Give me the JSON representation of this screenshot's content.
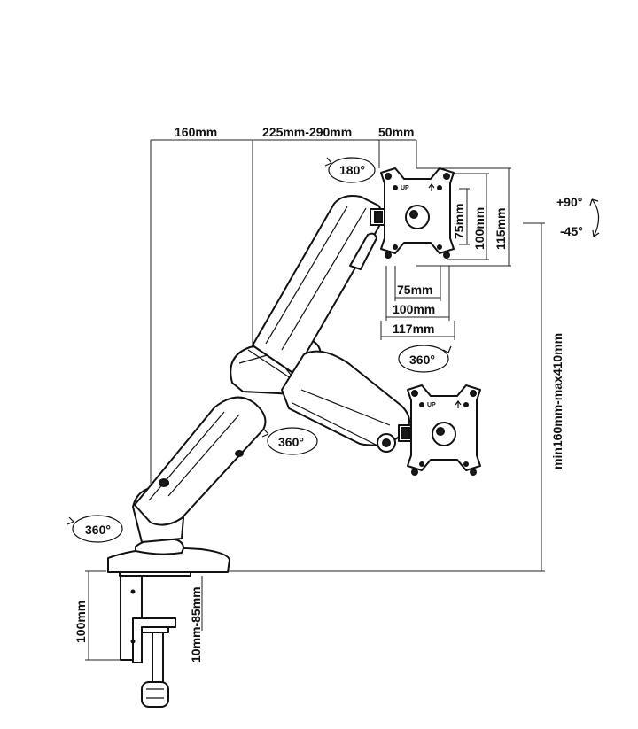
{
  "dimensions": {
    "base_reach": "160mm",
    "arm_reach": "225mm-290mm",
    "plate_offset": "50mm",
    "vesa_75_h": "75mm",
    "vesa_100_h": "100mm",
    "plate_height": "115mm",
    "vesa_75_w": "75mm",
    "vesa_100_w": "100mm",
    "plate_width": "117mm",
    "height_range": "min160mm-max410mm",
    "clamp_height": "100mm",
    "desk_thickness": "10mm-85mm"
  },
  "rotations": {
    "plate_rotate": "180°",
    "tilt_up": "+90°",
    "tilt_down": "-45°",
    "swivel_plate": "360°",
    "swivel_arm": "360°",
    "swivel_base": "360°"
  },
  "vesa_plate_label": "UP"
}
